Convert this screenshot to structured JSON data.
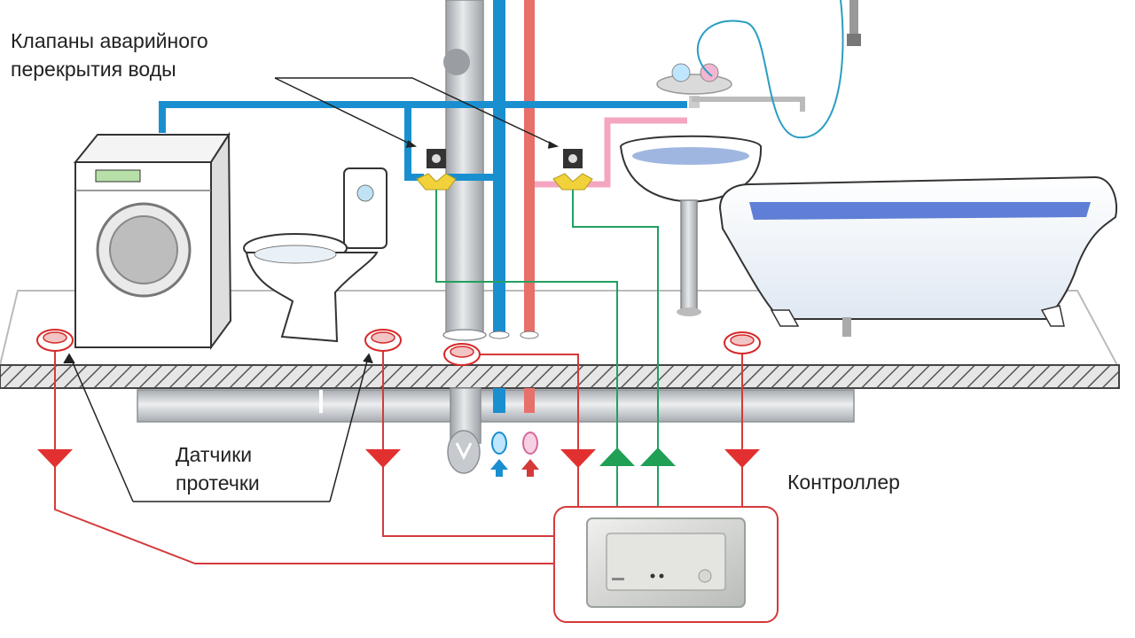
{
  "labels": {
    "valves_line1": "Клапаны аварийного",
    "valves_line2": "перекрытия воды",
    "sensors_line1": "Датчики",
    "sensors_line2": "протечки",
    "controller": "Контроллер"
  },
  "colors": {
    "cold_water": "#1a8fd0",
    "hot_water": "#e8706a",
    "hot_supply_pink": "#f4a6c0",
    "signal_red": "#d43a3a",
    "signal_green": "#22a060",
    "sensor_red": "#d62828",
    "sewer_grey": "#b5b9bd",
    "floor_hatch": "#555555",
    "bath_water": "#5f7fd6"
  },
  "icons": [
    "washing-machine-icon",
    "toilet-icon",
    "sink-icon",
    "bathtub-icon",
    "leak-sensor-icon",
    "valve-icon",
    "controller-unit-icon",
    "faucet-icon",
    "shower-hose-icon"
  ]
}
